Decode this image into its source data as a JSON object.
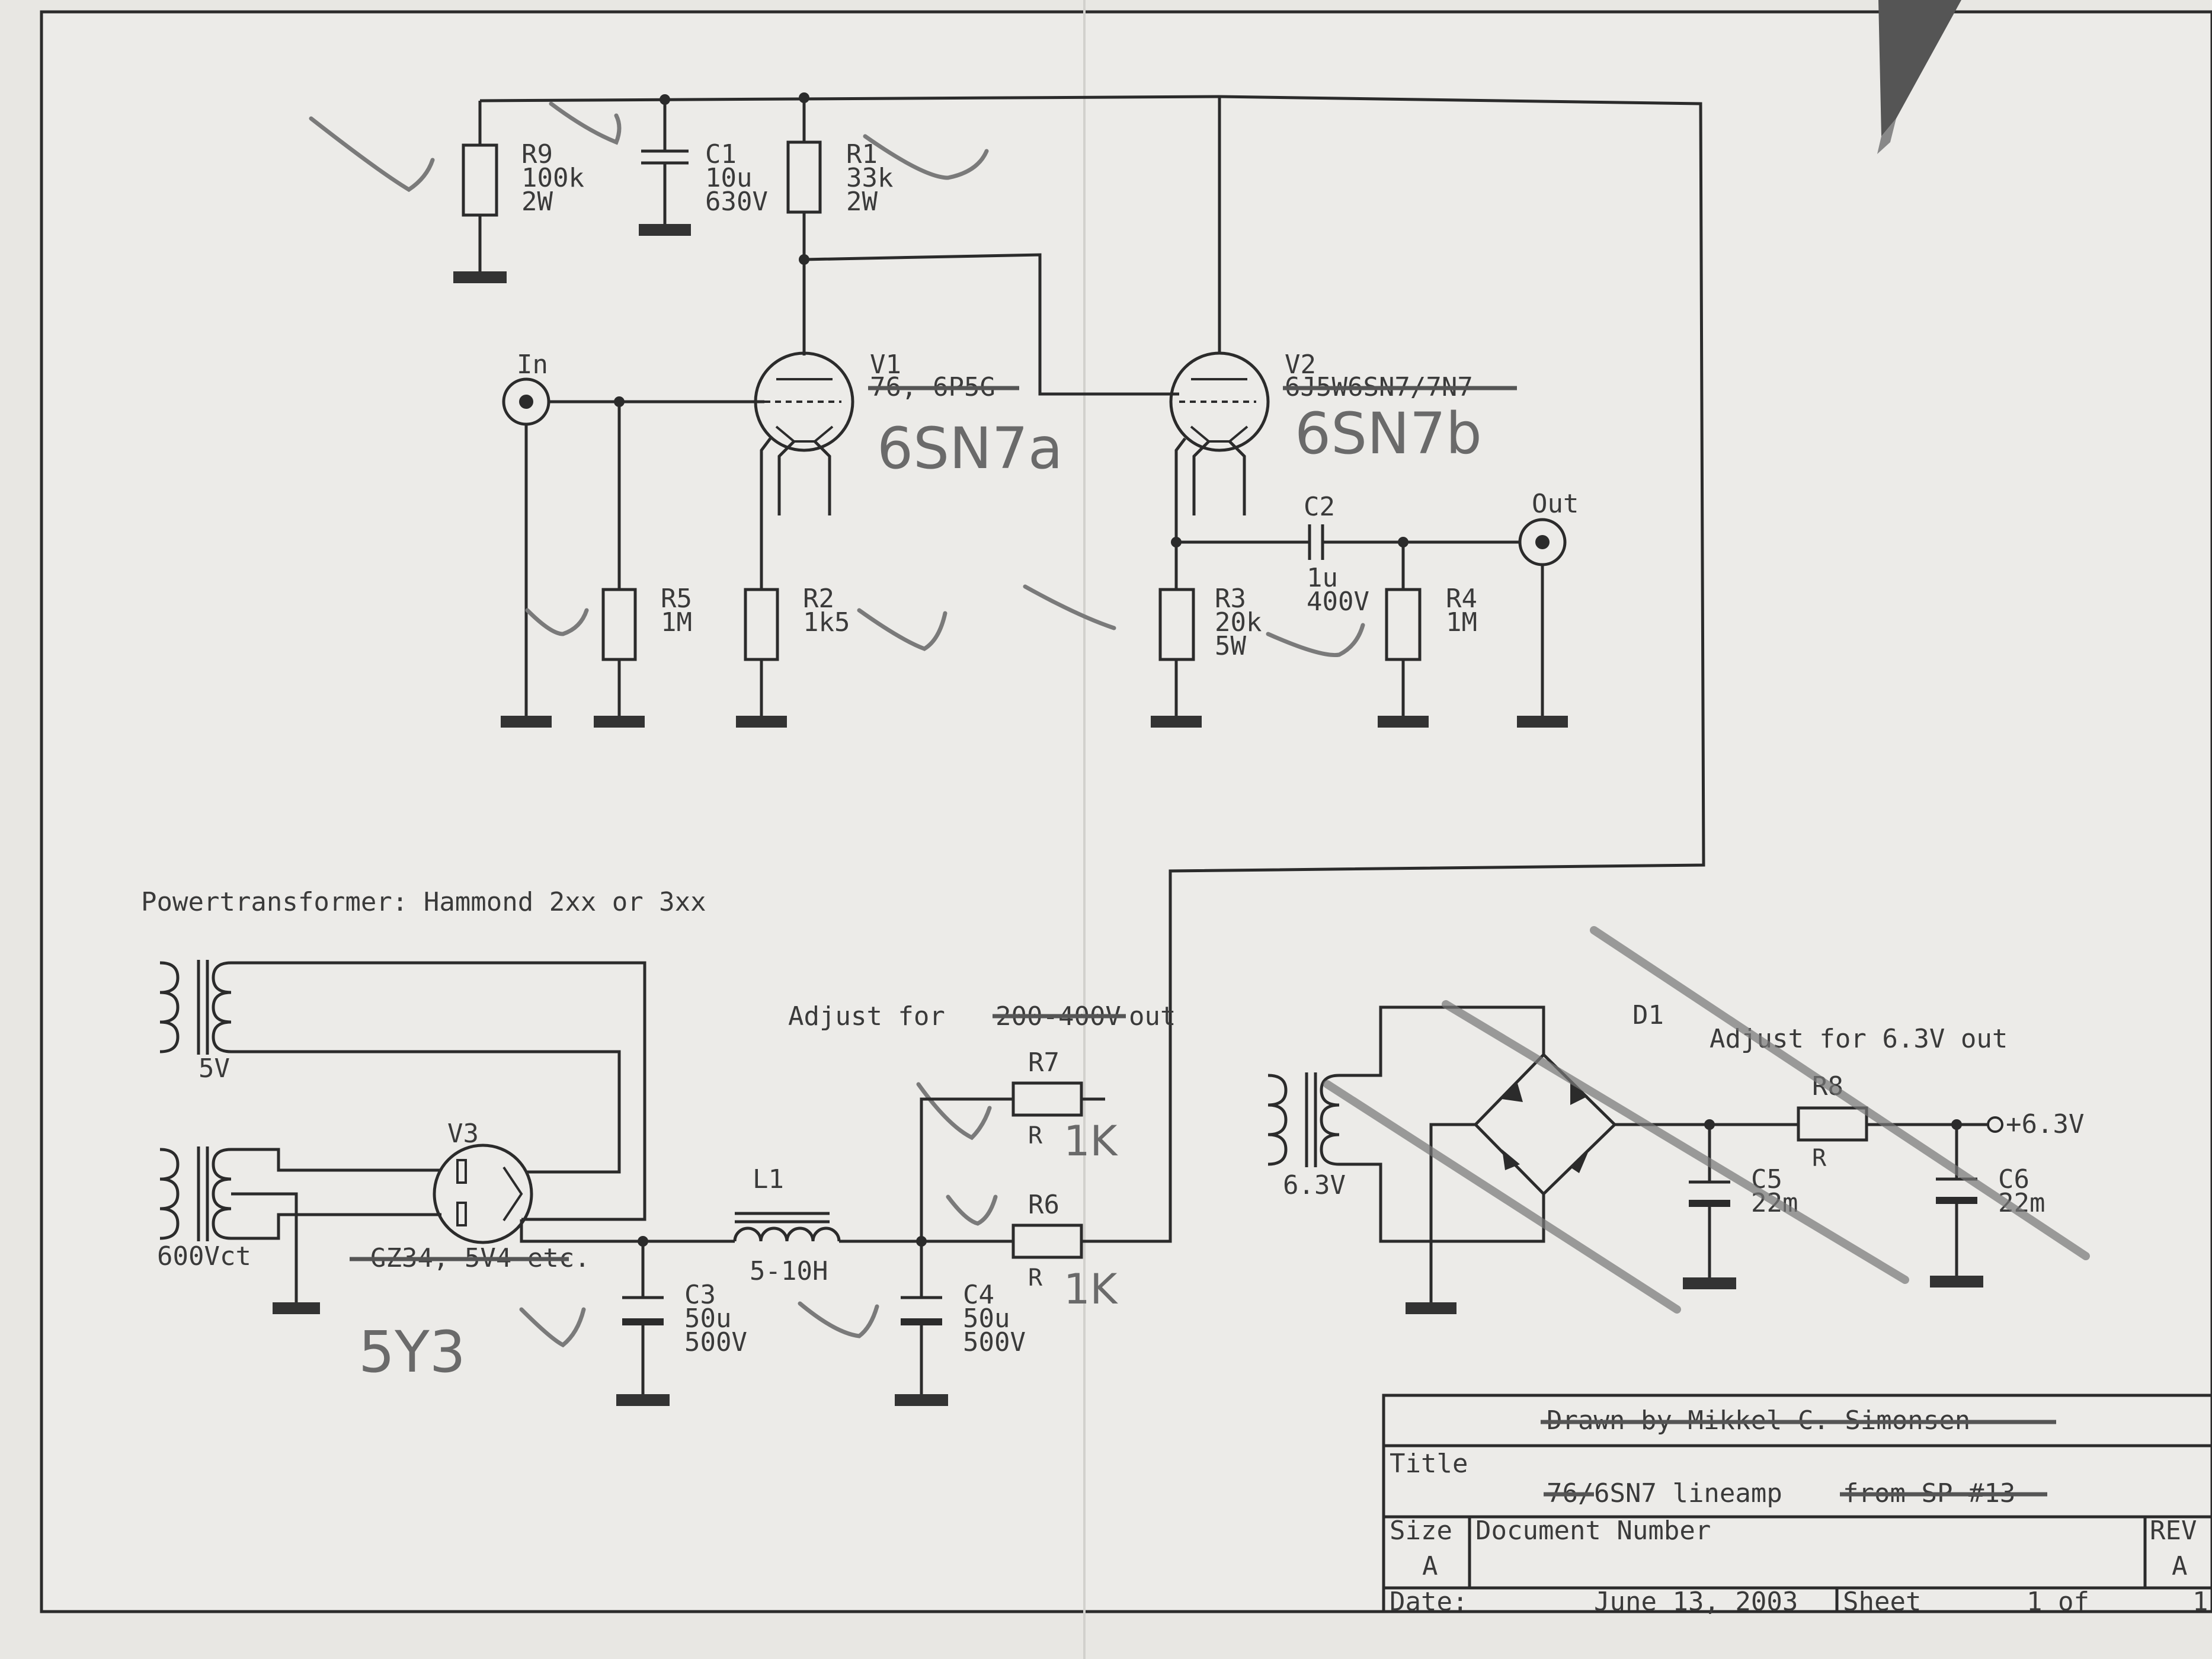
{
  "labels": {
    "r9": [
      "R9",
      "100k",
      "2W"
    ],
    "c1": [
      "C1",
      "10u",
      "630V"
    ],
    "r1": [
      "R1",
      "33k",
      "2W"
    ],
    "in": "In",
    "v1": "V1",
    "v1_struck": "76, 6P5G",
    "v1_hand": "6SN7a",
    "v2": "V2",
    "v2_struck": "6J5W6SN7/7N7",
    "v2_hand": "6SN7b",
    "c2": [
      "C2",
      "1u",
      "400V"
    ],
    "out": "Out",
    "r5": [
      "R5",
      "1M"
    ],
    "r2": [
      "R2",
      "1k5"
    ],
    "r3": [
      "R3",
      "20k",
      "5W"
    ],
    "r4": [
      "R4",
      "1M"
    ],
    "powertransformer": "Powertransformer: Hammond 2xx or 3xx",
    "t5v": "5V",
    "t600": "600Vct",
    "v3": "V3",
    "v3_struck": "GZ34, 5V4 etc.",
    "v3_hand": "5Y3",
    "l1": [
      "L1",
      "5-10H"
    ],
    "adjust_hv": [
      "Adjust for",
      "200-400V",
      "out"
    ],
    "r7": [
      "R7",
      "R",
      "1K"
    ],
    "r6": [
      "R6",
      "R",
      "1K"
    ],
    "c3": [
      "C3",
      "50u",
      "500V"
    ],
    "c4": [
      "C4",
      "50u",
      "500V"
    ],
    "d1": "D1",
    "adjust_heater": "Adjust for 6.3V out",
    "r8": [
      "R8",
      "R"
    ],
    "plus63": "+6.3V",
    "t63": "6.3V",
    "c5": [
      "C5",
      "22m"
    ],
    "c6": [
      "C6",
      "22m"
    ]
  },
  "titleblock": {
    "drawn_by": "Drawn by Mikkel C. Simonsen",
    "title_label": "Title",
    "title_struck_prefix": "76/",
    "title_main": "6SN7 lineamp",
    "title_struck_suffix": "from SP #13",
    "size_label": "Size",
    "size_value": "A",
    "docnum_label": "Document Number",
    "rev_label": "REV",
    "rev_value": "A",
    "date_label": "Date:",
    "date_value": "June 13, 2003",
    "sheet_label": "Sheet",
    "sheet_value": "1 of",
    "sheet_total": "1"
  },
  "colors": {
    "paper": "#ecebe8",
    "ink": "#2b2b2b",
    "pencil": "#7a7a7a"
  }
}
